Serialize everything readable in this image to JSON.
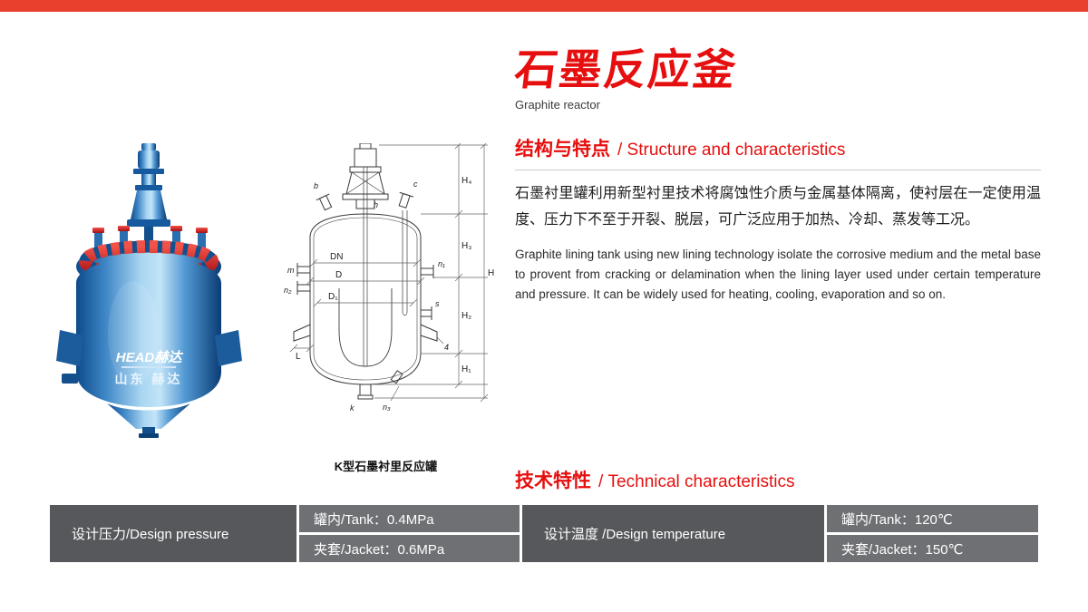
{
  "colors": {
    "accent_red": "#e60f0f",
    "top_bar_red": "#e9402e",
    "table_label_bg": "#57585b",
    "table_value_bg": "#6f7073",
    "reactor_blue": "#2f7bbf"
  },
  "header": {
    "title": "石墨反应釜",
    "subtitle": "Graphite reactor"
  },
  "photo": {
    "brand_top": "HEAD赫达",
    "brand_bottom": "山东 赫达"
  },
  "drawing": {
    "caption": "K型石墨衬里反应罐",
    "labels": {
      "h4": "H₄",
      "h3": "H₃",
      "h2": "H₂",
      "h1": "H₁",
      "h": "H",
      "dn": "DN",
      "d": "D",
      "d1": "D₁",
      "l": "L",
      "b": "b",
      "c": "c",
      "hn": "h",
      "m": "m",
      "n2": "n₂",
      "n1": "n₁",
      "s": "s",
      "k": "k",
      "n3": "n₃",
      "four": "4"
    }
  },
  "structure": {
    "heading_cn": "结构与特点",
    "heading_en": "/ Structure and characteristics",
    "paragraph_cn": "石墨衬里罐利用新型衬里技术将腐蚀性介质与金属基体隔离，使衬层在一定使用温度、压力下不至于开裂、脱层，可广泛应用于加热、冷却、蒸发等工况。",
    "paragraph_en": "Graphite lining tank using new lining technology isolate the corrosive medium and the metal base to provent from cracking or delamination when the lining layer used under certain temperature and pressure. It can be widely used for heating, cooling, evaporation and so on."
  },
  "technical": {
    "heading_cn": "技术特性",
    "heading_en": "/ Technical characteristics"
  },
  "spec_table": {
    "pressure": {
      "label": "设计压力/Design pressure",
      "tank": "罐内/Tank：0.4MPa",
      "jacket": "夹套/Jacket：0.6MPa"
    },
    "temperature": {
      "label": "设计温度 /Design temperature",
      "tank": "罐内/Tank：120℃",
      "jacket": "夹套/Jacket：150℃"
    }
  }
}
